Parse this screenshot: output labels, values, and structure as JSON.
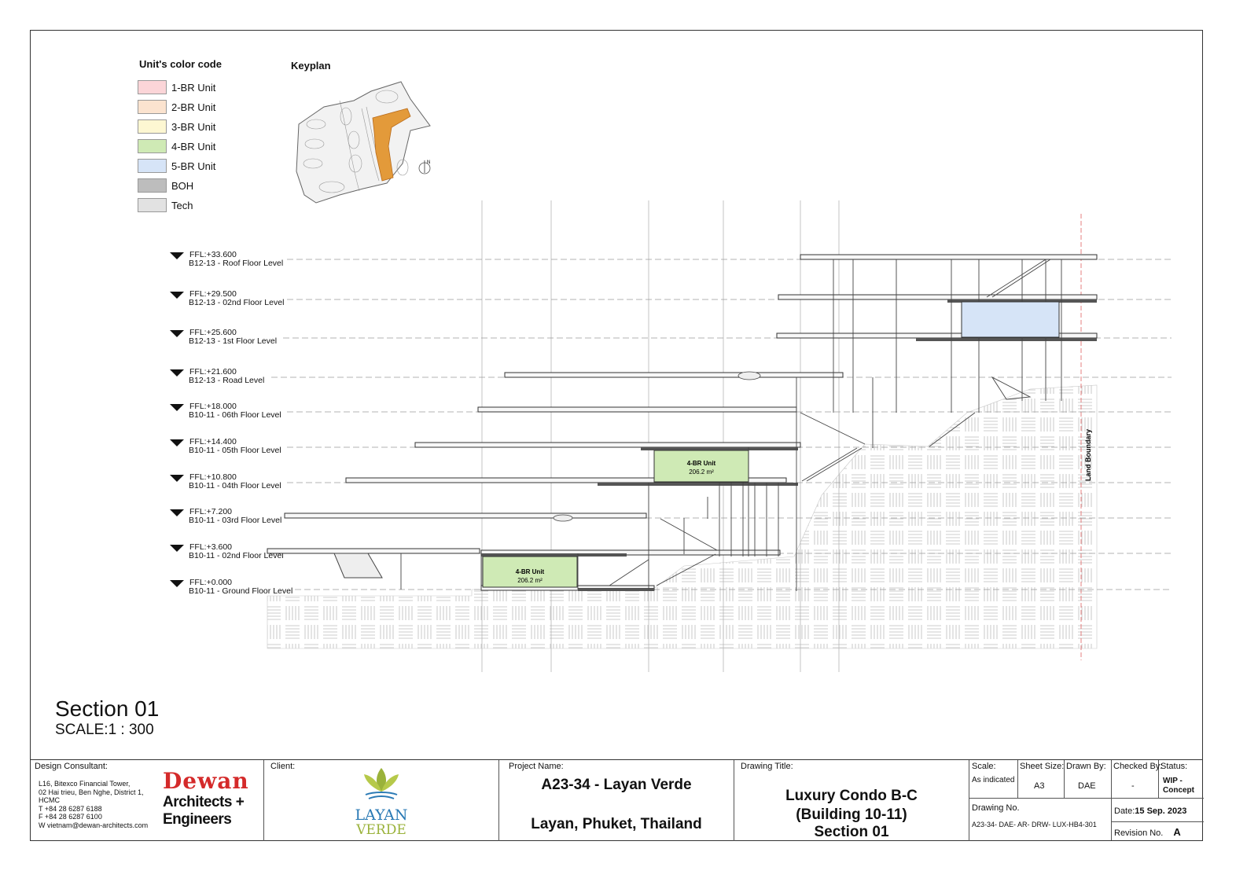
{
  "legend": {
    "title": "Unit's color code",
    "items": [
      {
        "label": "1-BR Unit",
        "color": "#fbd5d8"
      },
      {
        "label": "2-BR Unit",
        "color": "#fbe3cf"
      },
      {
        "label": "3-BR Unit",
        "color": "#fdf7d2"
      },
      {
        "label": "4-BR Unit",
        "color": "#cfeab5"
      },
      {
        "label": "5-BR Unit",
        "color": "#d6e4f7"
      },
      {
        "label": "BOH",
        "color": "#bdbdbd"
      },
      {
        "label": "Tech",
        "color": "#e2e2e2"
      }
    ]
  },
  "keyplan": {
    "title": "Keyplan",
    "north_label": "N",
    "highlight_color": "#e39a3a"
  },
  "levels": [
    {
      "elevation": "FFL:+33.600",
      "name": "B12-13 - Roof Floor Level"
    },
    {
      "elevation": "FFL:+29.500",
      "name": "B12-13 - 02nd Floor Level"
    },
    {
      "elevation": "FFL:+25.600",
      "name": "B12-13 - 1st Floor Level"
    },
    {
      "elevation": "FFL:+21.600",
      "name": "B12-13 - Road Level"
    },
    {
      "elevation": "FFL:+18.000",
      "name": "B10-11 - 06th Floor Level"
    },
    {
      "elevation": "FFL:+14.400",
      "name": "B10-11 - 05th Floor Level"
    },
    {
      "elevation": "FFL:+10.800",
      "name": "B10-11 - 04th Floor Level"
    },
    {
      "elevation": "FFL:+7.200",
      "name": "B10-11 - 03rd Floor Level"
    },
    {
      "elevation": "FFL:+3.600",
      "name": "B10-11 - 02nd Floor Level"
    },
    {
      "elevation": "FFL:+0.000",
      "name": "B10-11 - Ground Floor Level"
    }
  ],
  "section": {
    "units": [
      {
        "label": "4-BR Unit",
        "area": "206.2 m²"
      },
      {
        "label": "4-BR Unit",
        "area": "206.2 m²"
      }
    ],
    "land_boundary": "Land Boundary",
    "title": "Section 01",
    "scale": "SCALE:1 : 300"
  },
  "title_block": {
    "design_consultant_label": "Design Consultant:",
    "address_lines": [
      "L16, Bitexco Financial Tower,",
      "02 Hai trieu, Ben Nghe, District 1,",
      "HCMC",
      "T  +84 28 6287 6188",
      "F  +84 28 6287 6100",
      "W  vietnam@dewan-architects.com"
    ],
    "consultant_logo_top": "Dewan",
    "consultant_logo_line2": "Architects +",
    "consultant_logo_line3": "Engineers",
    "client_label": "Client:",
    "client_logo_line1": "LAYAN",
    "client_logo_line2": "VERDE",
    "project_name_label": "Project Name:",
    "project_name": "A23-34 - Layan Verde",
    "project_location": "Layan, Phuket, Thailand",
    "drawing_title_label": "Drawing Title:",
    "drawing_title_lines": [
      "Luxury Condo B-C",
      "(Building 10-11)",
      "Section 01"
    ],
    "scale_label": "Scale:",
    "scale_value": "As indicated",
    "sheet_size_label": "Sheet Size:",
    "sheet_size_value": "A3",
    "drawn_by_label": "Drawn By:",
    "drawn_by_value": "DAE",
    "checked_by_label": "Checked By:",
    "checked_by_value": "-",
    "status_label": "Status:",
    "status_value": "WIP - Concept",
    "drawing_no_label": "Drawing No.",
    "drawing_no_value": "A23-34- DAE- AR- DRW- LUX-HB4-301",
    "date_label": "Date:",
    "date_value": "15 Sep. 2023",
    "revision_label": "Revision No.",
    "revision_value": "A"
  }
}
